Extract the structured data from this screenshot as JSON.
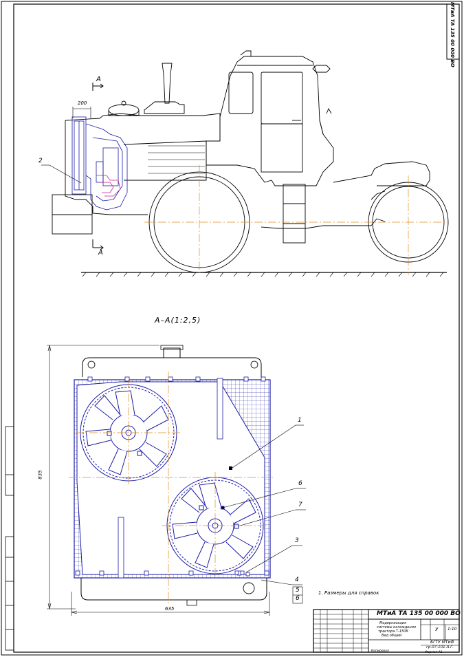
{
  "document": {
    "code_vertical": "МТиА ТА 135 00 000 ВО",
    "section_marker": "А",
    "section_title": "А–А(1:2,5)",
    "note": "1. Размеры для справок"
  },
  "dimensions": {
    "width_top": "200",
    "height": "835",
    "width_bottom": "635"
  },
  "callouts": [
    "2",
    "1",
    "6",
    "7",
    "3",
    "4",
    "5",
    "6"
  ],
  "title_block": {
    "designation": "МТиА ТА 135 00 000 ВО",
    "name_lines": [
      "Модернизация",
      "системы охлаждения",
      "трактора Т-150К",
      "Вид общий"
    ],
    "mass": "",
    "scale": "1:10",
    "letter": "У",
    "organization_lines": [
      "БГТУ МТиФ",
      "гр.07-101-А.Г."
    ],
    "format": "Формат А1",
    "copied": "Копировал"
  },
  "colors": {
    "line": "#000000",
    "assembly_blue": "#1a1aa8",
    "centerline_orange": "#e08a1e",
    "assembly_magenta": "#c0208a"
  }
}
